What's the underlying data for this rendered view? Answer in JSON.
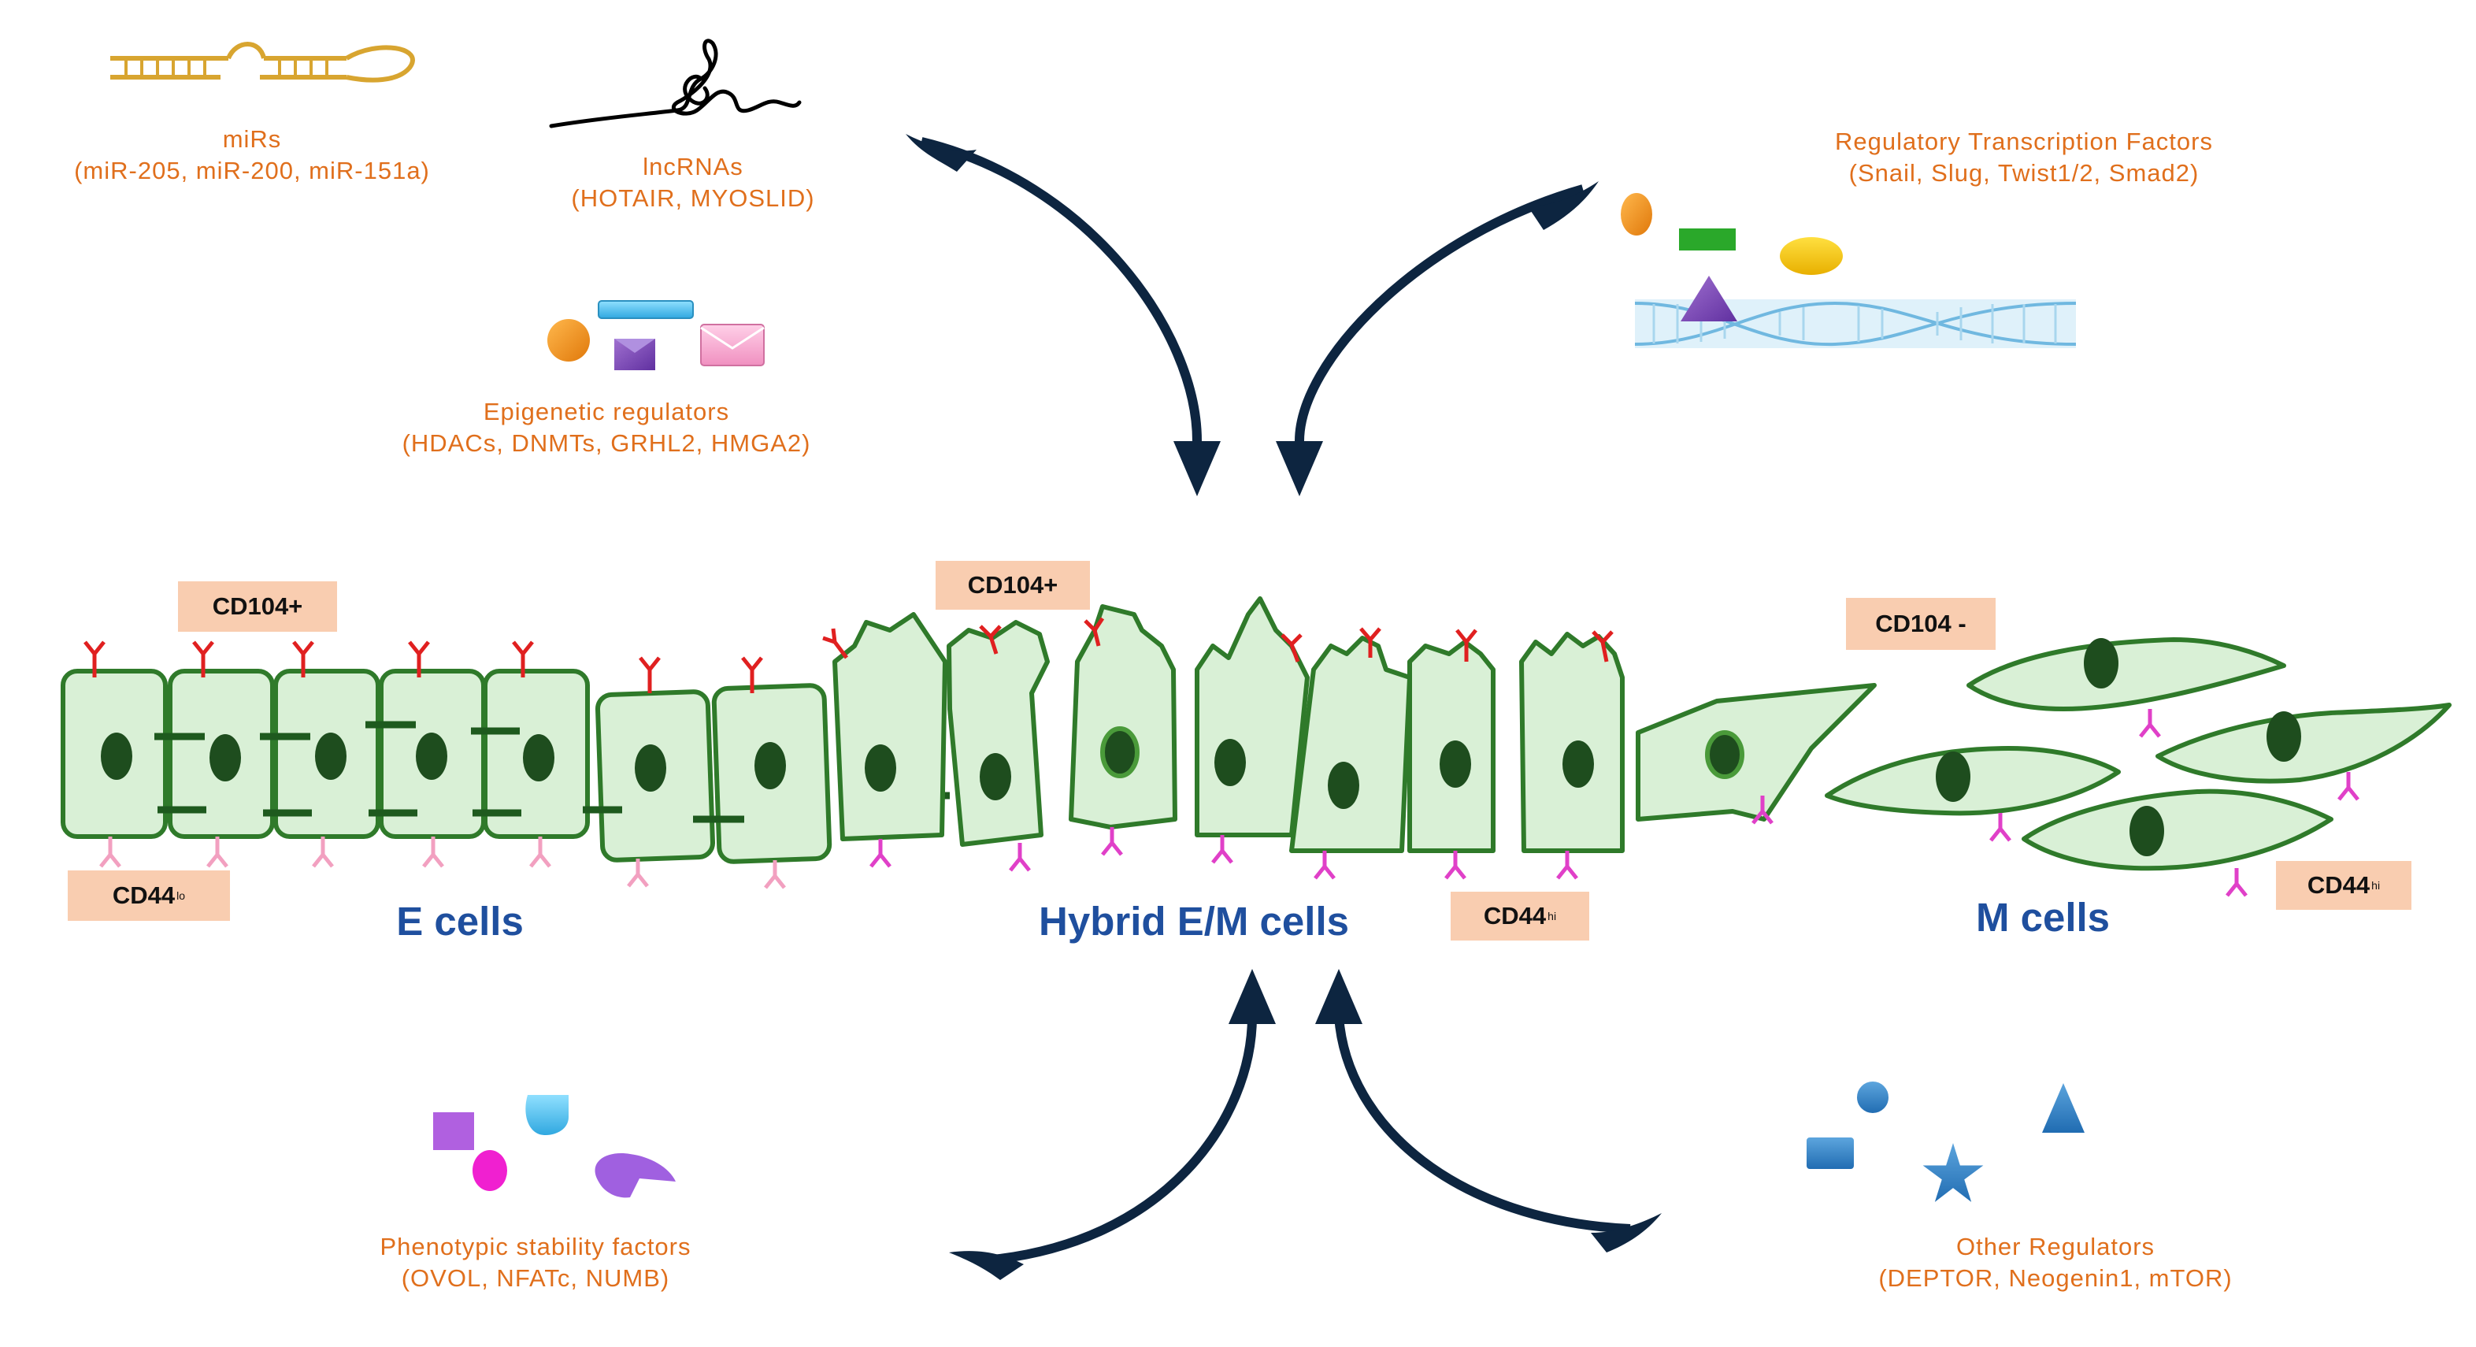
{
  "regulators": {
    "mirs": {
      "title": "miRs",
      "items": "(miR-205,  miR-200,  miR-151a)"
    },
    "lncrnas": {
      "title": "lncRNAs",
      "items": "(HOTAIR, MYOSLID)"
    },
    "epigenetic": {
      "title": "Epigenetic  regulators",
      "items": "(HDACs, DNMTs, GRHL2, HMGA2)"
    },
    "transcription": {
      "title": "Regulatory  Transcription  Factors",
      "items": "(Snail,  Slug,  Twist1/2,   Smad2)"
    },
    "phenotypic": {
      "title": "Phenotypic  stability  factors",
      "items": "(OVOL, NFATc, NUMB)"
    },
    "other": {
      "title": "Other Regulators",
      "items": "(DEPTOR, Neogenin1,  mTOR)"
    }
  },
  "markers": {
    "cd104_e": "CD104+",
    "cd104_h": "CD104+",
    "cd104_m": "CD104 -",
    "cd44_e": {
      "base": "CD44",
      "sup": "lo"
    },
    "cd44_h": {
      "base": "CD44",
      "sup": "hi"
    },
    "cd44_m": {
      "base": "CD44",
      "sup": "hi"
    }
  },
  "populations": {
    "epithelial": "E  cells",
    "hybrid": "Hybrid  E/M  cells",
    "mesenchymal": "M cells"
  },
  "colors": {
    "label_text": "#e06f1c",
    "population_text": "#1f4f9e",
    "marker_box": "#f9cdb0",
    "cell_fill": "#d9f0d6",
    "cell_outline": "#2f7a2a",
    "nucleus": "#1e4d1e",
    "cd104_receptor": "#e02020",
    "cd44lo_receptor": "#f2a0c0",
    "cd44hi_receptor": "#e040c8",
    "arrow": "#0d2540"
  },
  "icons": [
    "rna-hairpin-icon",
    "lncrna-squiggle-icon",
    "dna-helix-icon",
    "star-icon",
    "triangle-icon",
    "circle-icon",
    "square-icon"
  ]
}
